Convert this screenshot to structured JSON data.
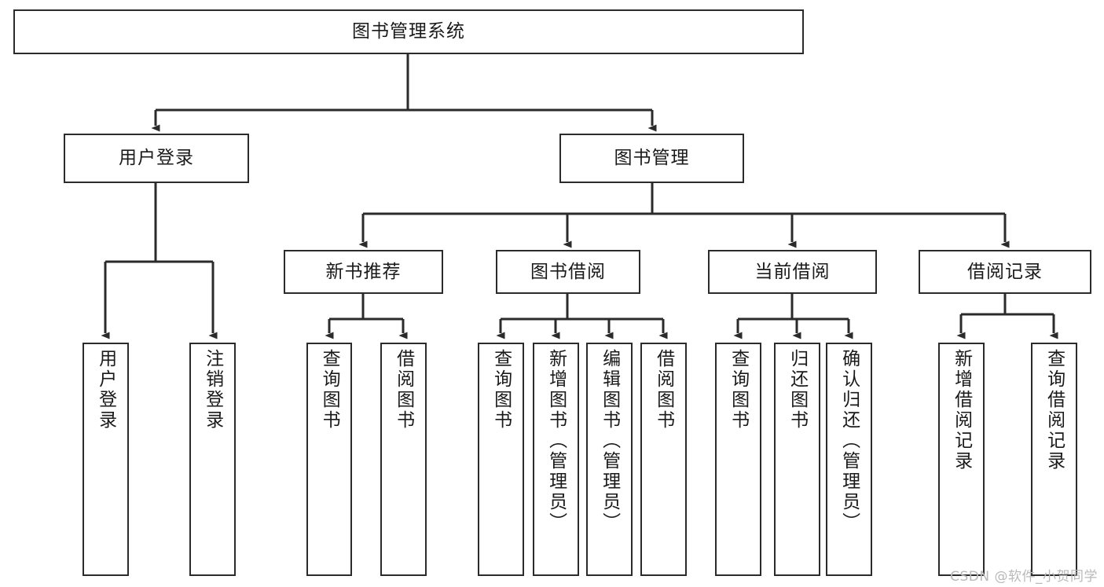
{
  "diagram": {
    "title": "图书管理系统",
    "watermark": "CSDN @软件_小贺同学",
    "colors": {
      "box_border": "#2b2b2b",
      "box_fill": "#ffffff",
      "connector": "#333333",
      "text": "#1a1a1a",
      "watermark": "#b9b9b9",
      "background": "#ffffff"
    },
    "levels": {
      "root": {
        "label": "图书管理系统"
      },
      "level2": [
        {
          "label": "用户登录"
        },
        {
          "label": "图书管理"
        }
      ],
      "level3": [
        {
          "label": "新书推荐"
        },
        {
          "label": "图书借阅"
        },
        {
          "label": "当前借阅"
        },
        {
          "label": "借阅记录"
        }
      ],
      "leaves": {
        "user_login": [
          {
            "label": "用户登录"
          },
          {
            "label": "注销登录"
          }
        ],
        "new_book_recommend": [
          {
            "label": "查询图书"
          },
          {
            "label": "借阅图书"
          }
        ],
        "book_borrow": [
          {
            "label": "查询图书"
          },
          {
            "label": "新增图书（管理员）"
          },
          {
            "label": "编辑图书（管理员）"
          },
          {
            "label": "借阅图书"
          }
        ],
        "current_borrow": [
          {
            "label": "查询图书"
          },
          {
            "label": "归还图书"
          },
          {
            "label": "确认归还（管理员）"
          }
        ],
        "borrow_record": [
          {
            "label": "新增借阅记录"
          },
          {
            "label": "查询借阅记录"
          }
        ]
      }
    }
  }
}
